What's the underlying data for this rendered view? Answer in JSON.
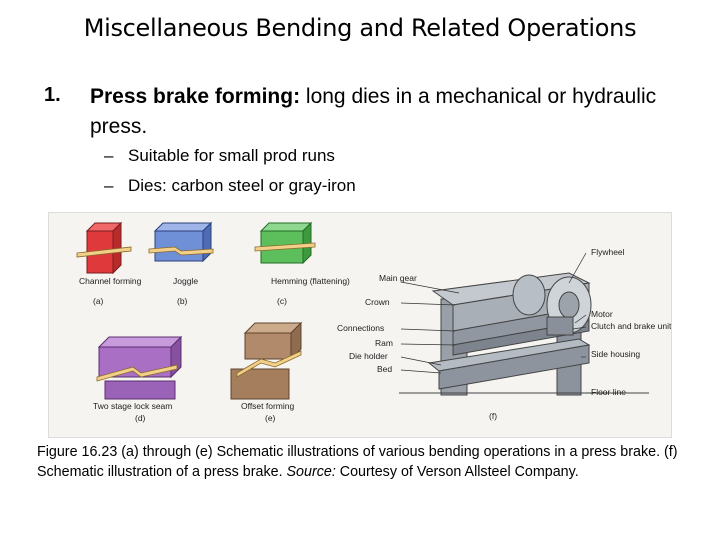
{
  "slide": {
    "title": "Miscellaneous Bending and Related Operations",
    "item_number": "1.",
    "item_lead": "Press brake forming:",
    "item_text": " long dies in a mechanical or hydraulic press.",
    "sub_bullets": [
      {
        "dash": "–",
        "text": "Suitable for small prod runs"
      },
      {
        "dash": "–",
        "text": "Dies: carbon steel or gray-iron"
      }
    ]
  },
  "figure": {
    "operations": [
      {
        "label": "Channel forming",
        "tag": "(a)",
        "color": "#e0393b"
      },
      {
        "label": "Joggle",
        "tag": "(b)",
        "color": "#6f8fd6"
      },
      {
        "label": "Hemming (flattening)",
        "tag": "(c)",
        "color": "#5cbf5c"
      },
      {
        "label": "Two stage lock seam",
        "tag": "(d)",
        "color": "#a86fc4"
      },
      {
        "label": "Offset forming",
        "tag": "(e)",
        "color": "#b08a6a"
      }
    ],
    "press_tag": "(f)",
    "press_labels_left": [
      "Main gear",
      "Crown",
      "Connections",
      "Ram",
      "Die holder",
      "Bed"
    ],
    "press_labels_right": [
      "Flywheel",
      "Motor",
      "Clutch and brake unit",
      "Side housing",
      "Floor line"
    ]
  },
  "caption": {
    "part1": "Figure 16.23 (a) through (e) Schematic illustrations of various bending operations in a press brake. (f) Schematic illustration of a press brake. ",
    "source_label": "Source:",
    "part2": " Courtesy of Verson Allsteel Company."
  }
}
